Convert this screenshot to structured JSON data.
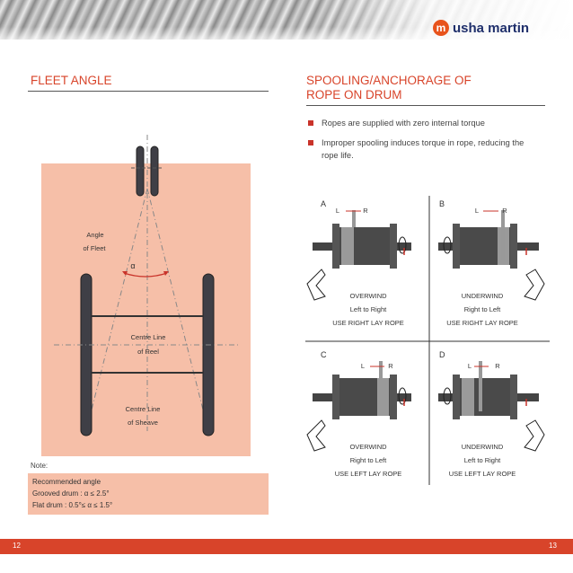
{
  "brand": {
    "logo_text": "usha martin",
    "logo_mark": "m"
  },
  "left": {
    "heading": "FLEET ANGLE",
    "labels": {
      "angle_line1": "Angle",
      "angle_line2": "of Fleet",
      "alpha": "α",
      "reel_line1": "Centre Line",
      "reel_line2": "of Reel",
      "sheave_line1": "Centre Line",
      "sheave_line2": "of Sheave"
    },
    "note": {
      "title": "Note:",
      "line1": "Recommended angle",
      "line2": "Grooved drum : α ≤ 2.5°",
      "line3": "Flat drum : 0.5°≤ α ≤ 1.5°"
    },
    "page_number": "12"
  },
  "right": {
    "heading_line1": "SPOOLING/ANCHORAGE OF",
    "heading_line2": "ROPE ON DRUM",
    "bullets": [
      "Ropes are supplied with zero internal torque",
      "Improper spooling induces torque in rope, reducing the rope life."
    ],
    "quadrants": [
      {
        "letter": "A",
        "l": "L",
        "r": "R",
        "line1": "OVERWIND",
        "line2": "Left to Right",
        "line3": "USE RIGHT LAY ROPE"
      },
      {
        "letter": "B",
        "l": "L",
        "r": "R",
        "line1": "UNDERWIND",
        "line2": "Right to Left",
        "line3": "USE RIGHT LAY ROPE"
      },
      {
        "letter": "C",
        "l": "L",
        "r": "R",
        "line1": "OVERWIND",
        "line2": "Right to Left",
        "line3": "USE LEFT LAY ROPE"
      },
      {
        "letter": "D",
        "l": "L",
        "r": "R",
        "line1": "UNDERWIND",
        "line2": "Left to Right",
        "line3": "USE LEFT LAY ROPE"
      }
    ],
    "page_number": "13"
  },
  "colors": {
    "accent": "#d8442a",
    "panel": "#f6bfa8",
    "brand_blue": "#1f2f6b"
  }
}
